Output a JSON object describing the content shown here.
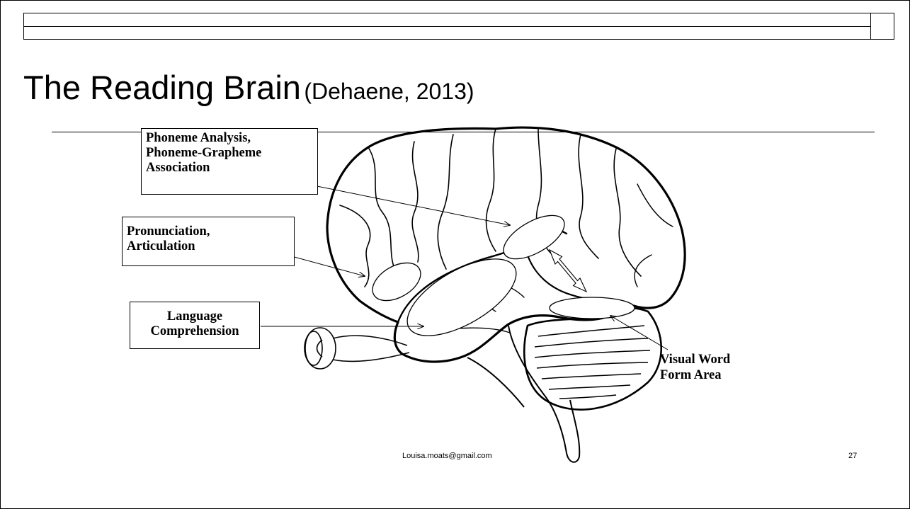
{
  "slide": {
    "title": "The Reading Brain",
    "citation": "(Dehaene, 2013)",
    "footer_email": "Louisa.moats@gmail.com",
    "page_number": "27"
  },
  "diagram": {
    "labels": {
      "phoneme": [
        "Phoneme Analysis,",
        "Phoneme-Grapheme",
        "Association"
      ],
      "pronunciation": [
        "Pronunciation,",
        "Articulation"
      ],
      "language": [
        "Language",
        "Comprehension"
      ],
      "visual_word": [
        "Visual Word",
        "Form Area"
      ]
    }
  }
}
